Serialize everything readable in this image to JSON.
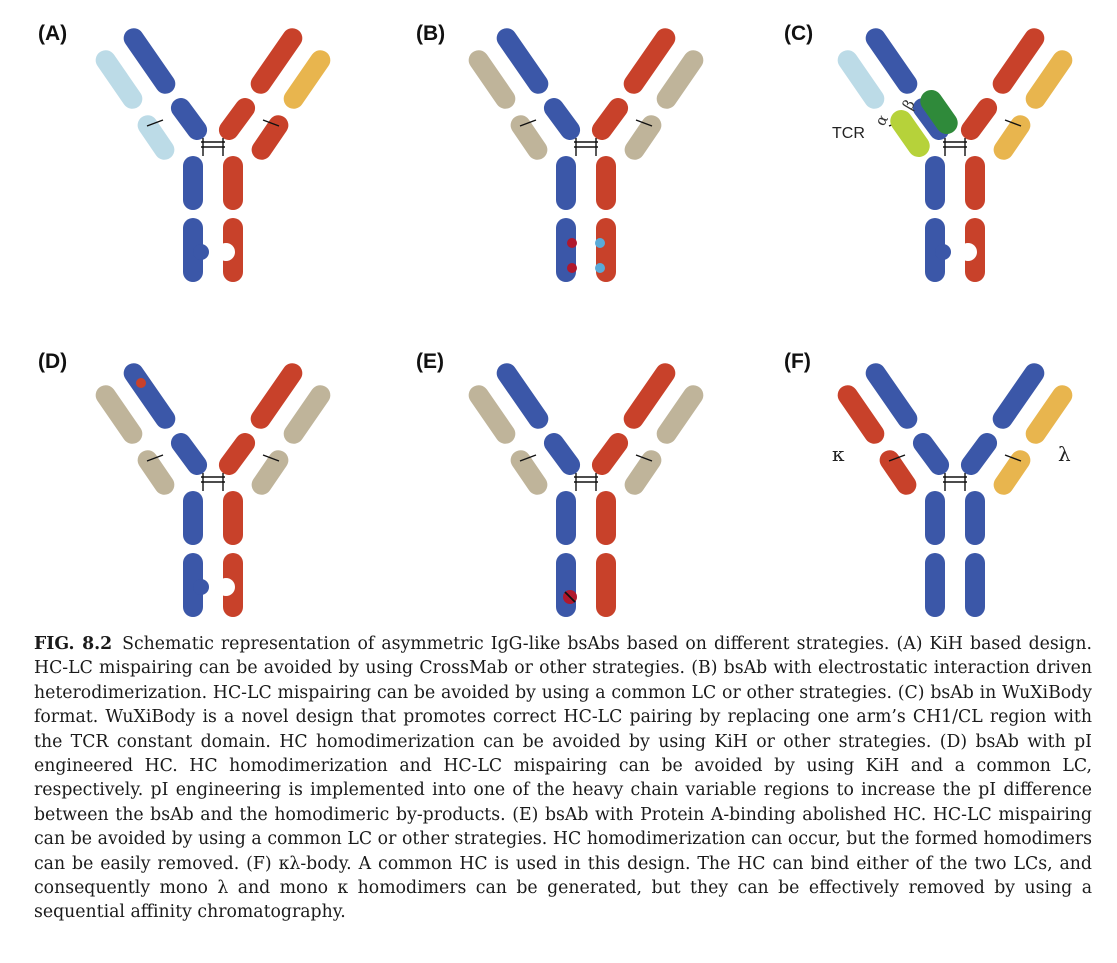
{
  "panels": [
    {
      "label": "(A)"
    },
    {
      "label": "(B)"
    },
    {
      "label": "(C)",
      "tcr_label": "TCR",
      "alpha": "α",
      "beta": "β"
    },
    {
      "label": "(D)"
    },
    {
      "label": "(E)"
    },
    {
      "label": "(F)",
      "kappa": "κ",
      "lambda": "λ"
    }
  ],
  "colors": {
    "blue": "#3b57a8",
    "red": "#c8412a",
    "light_blue": "#bcdbe7",
    "yellow": "#e8b54e",
    "tan": "#bfb49a",
    "lime": "#b6d23a",
    "green": "#2f8a3a",
    "dark_red_dot": "#b0182d",
    "light_blue_dot": "#5aaad8"
  },
  "caption": {
    "fig_no": "FIG. 8.2",
    "text": "Schematic representation of asymmetric IgG-like bsAbs based on different strategies. (A) KiH based design. HC-LC mispairing can be avoided by using CrossMab or other strategies. (B) bsAb with electrostatic interaction driven heterodimerization. HC-LC mispairing can be avoided by using a common LC or other strategies. (C) bsAb in WuXiBody format. WuXiBody is a novel design that promotes correct HC-LC pairing by replacing one arm’s CH1/CL region with the TCR constant domain. HC homodimerization can be avoided by using KiH or other strategies. (D) bsAb with pI engineered HC. HC homodimerization and HC-LC mispairing can be avoided by using KiH and a common LC, respectively. pI engineering is implemented into one of the heavy chain variable regions to increase the pI difference between the bsAb and the homodimeric by-products. (E) bsAb with Protein A-binding abolished HC. HC-LC mispairing can be avoided by using a common LC or other strategies. HC homodimerization can occur, but the formed homodimers can be easily removed. (F) κλ-body. A common HC is used in this design. The HC can bind either of the two LCs, and consequently mono λ and mono κ homodimers can be generated, but they can be effectively removed by using a sequential affinity chromatography."
  }
}
